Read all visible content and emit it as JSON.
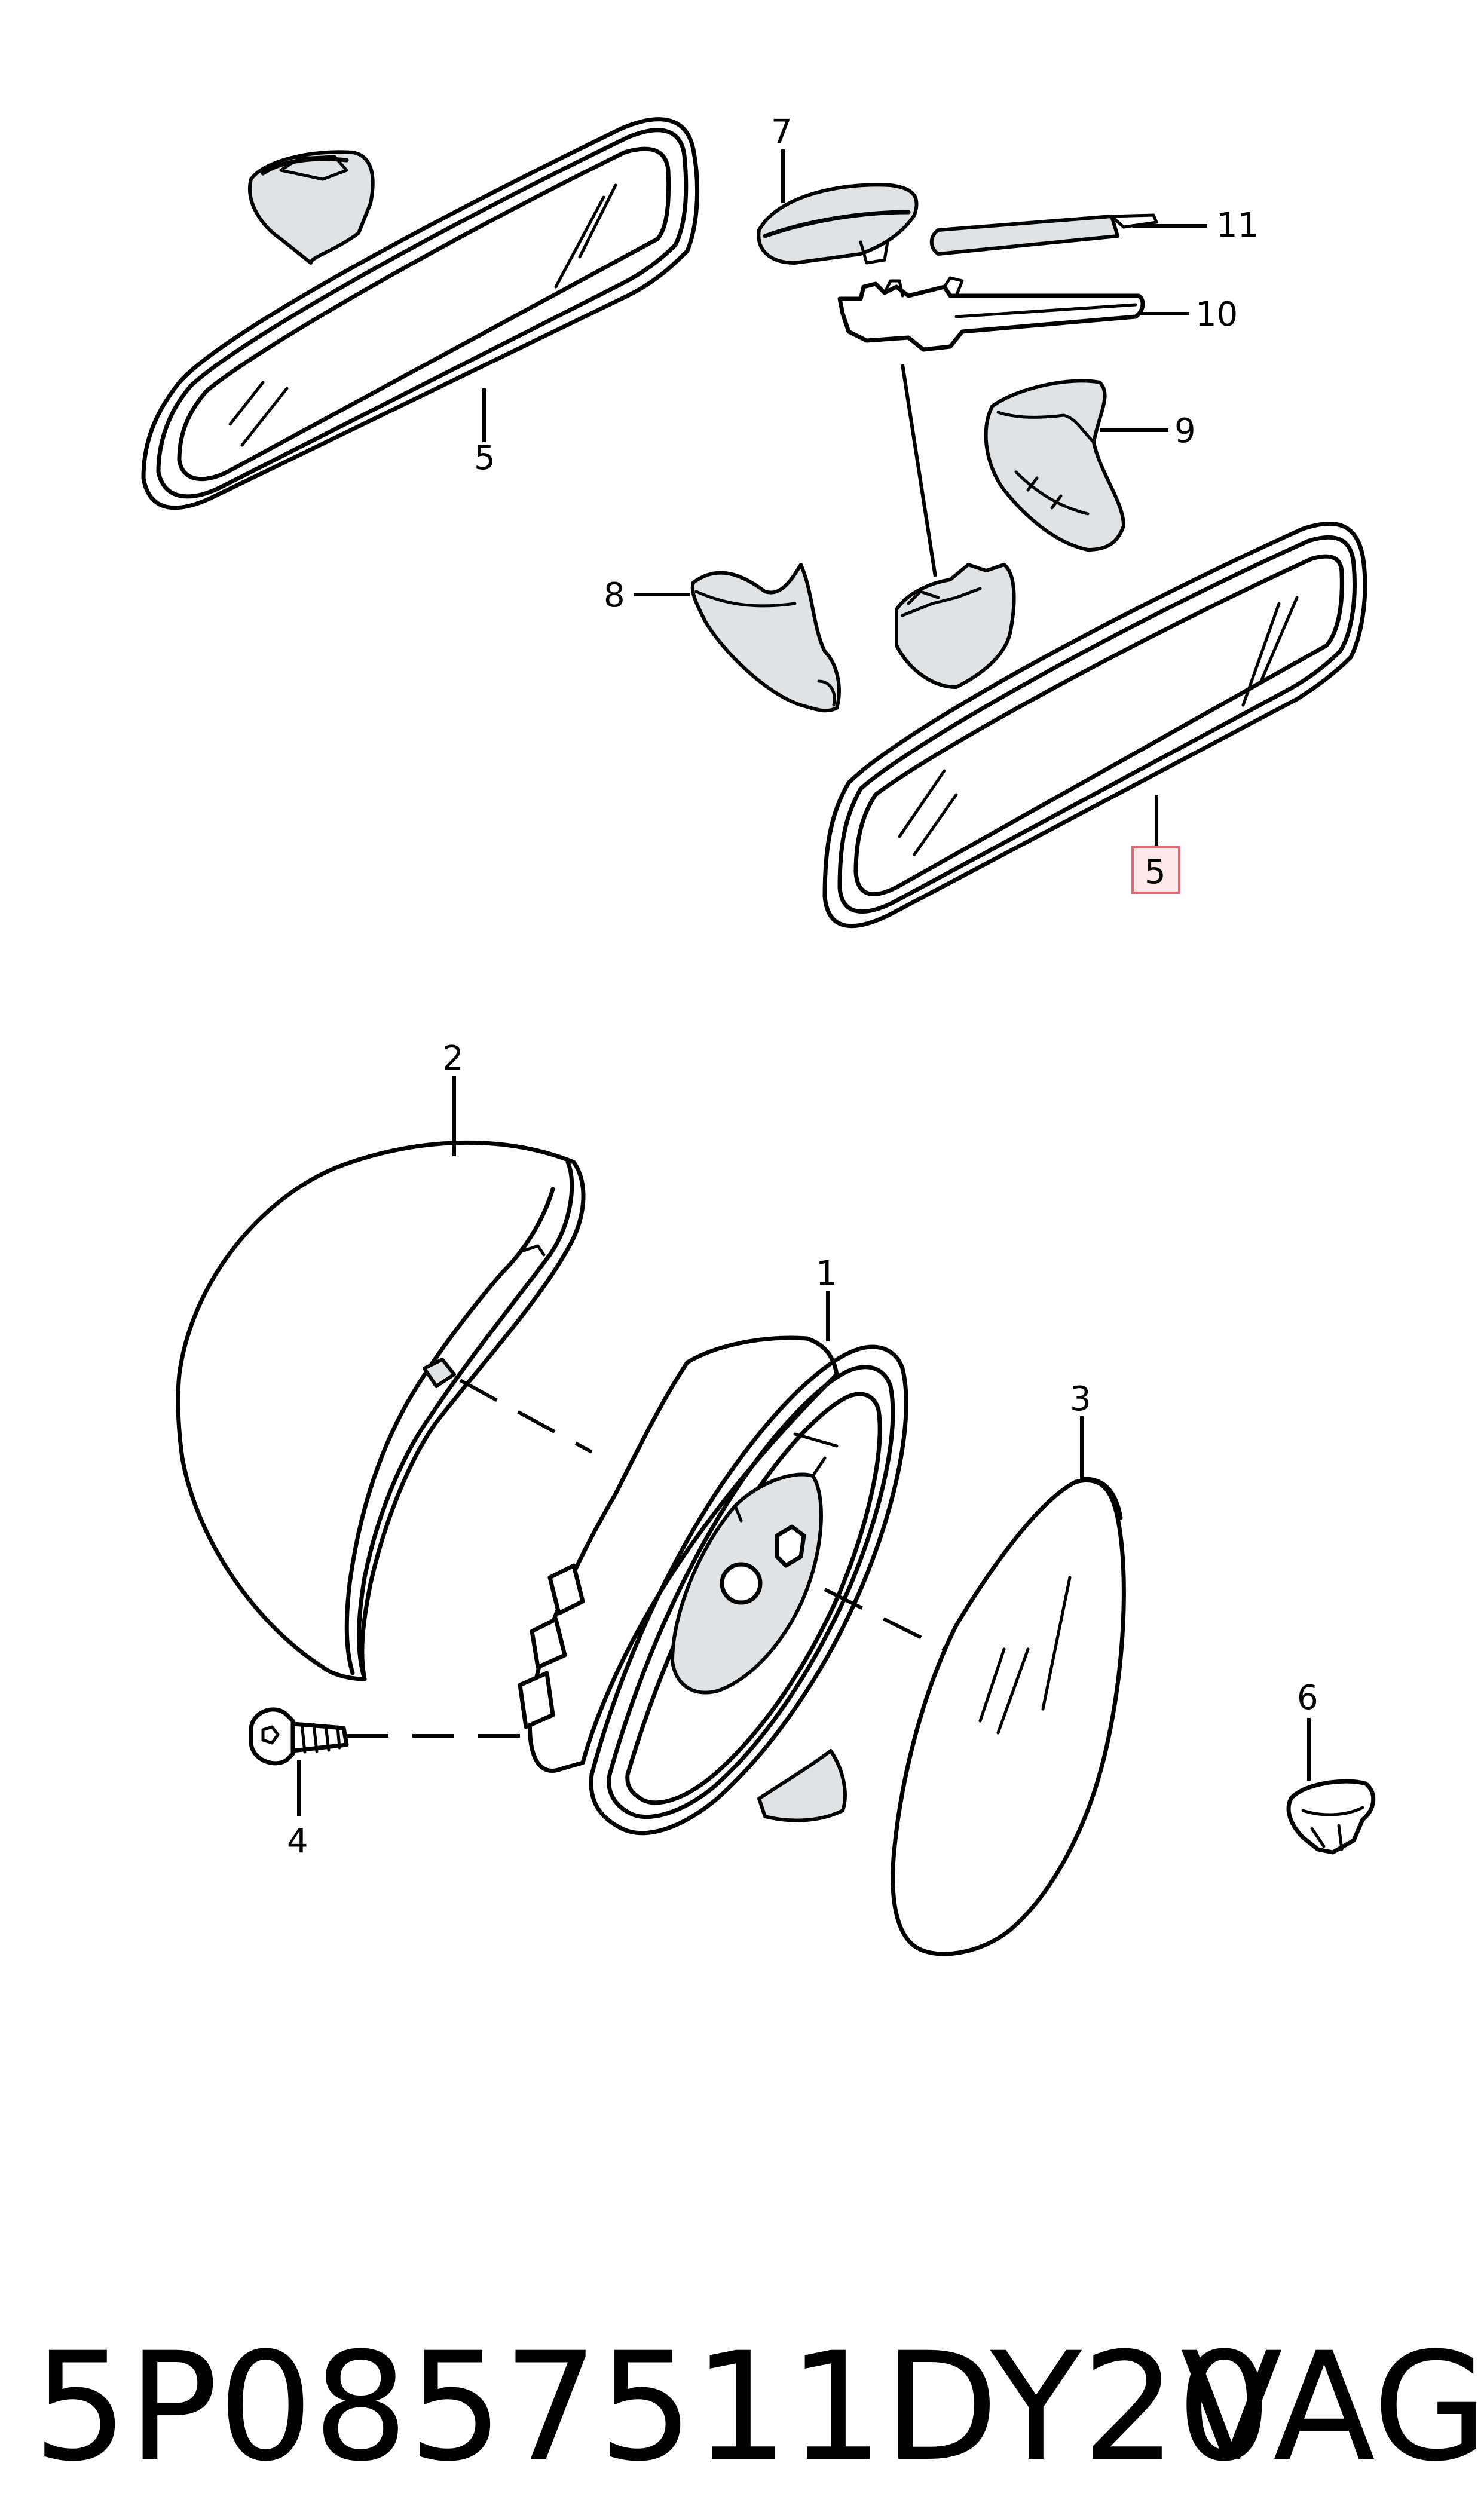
{
  "callouts": {
    "c1": "1",
    "c2": "2",
    "c3": "3",
    "c4": "4",
    "c5a": "5",
    "c5b": "5",
    "c6": "6",
    "c7": "7",
    "c8": "8",
    "c9": "9",
    "c10": "10",
    "c11": "11"
  },
  "highlight_color": "#e06a75",
  "footer": {
    "part_number": "5P0857511DY20",
    "brand": "VAG"
  }
}
